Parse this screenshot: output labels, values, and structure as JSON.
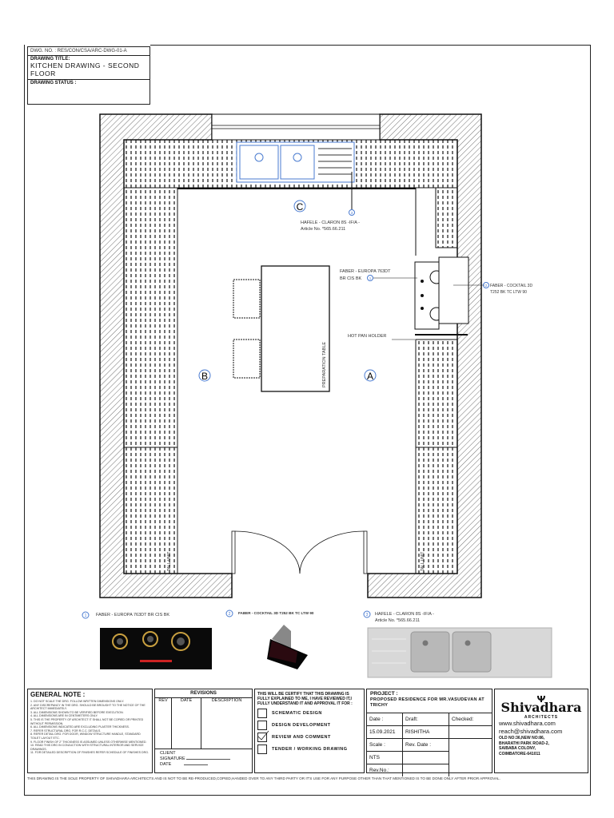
{
  "title_block": {
    "dwg_no": "DWG. NO. : RES/CON/CSA/ARC-DWG-01-A",
    "drawing_title_label": "DRAWING TITLE:",
    "drawing_title": "KITCHEN DRAWING - SECOND FLOOR",
    "drawing_status_label": "DRAWING STATUS :"
  },
  "plan": {
    "section_markers": [
      "C",
      "B",
      "A"
    ],
    "labels": {
      "sink": "HAFELE - CLARON 8S -IF/A -",
      "sink_article": "Article No. *565.66.211",
      "hob": "FABER - EUROPA 763DT",
      "hob_line2": "BR CIS BK",
      "hood": "FABER - COCKTAIL 3D",
      "hood_line2": "T252 BK TC LTW 90",
      "hot_pan_holder": "HOT PAN HOLDER",
      "preparation_table": "PREPARATION TABLE",
      "tall_unit_left": "TALL UNIT",
      "tall_unit_right": "TALL UNIT",
      "tags": [
        "1",
        "2",
        "3"
      ]
    }
  },
  "products": [
    {
      "tag": "1",
      "name": "FABER - EUROPA 763DT BR CIS BK"
    },
    {
      "tag": "2",
      "name": "FABER - COCKTAIL 3D T252 BK TC LTW 90"
    },
    {
      "tag": "3",
      "name": "HAFELE - CLARON 8S -IF/A -",
      "article": "Article No. *565.66.211"
    }
  ],
  "general_note": {
    "title": "GENERAL NOTE :",
    "items": [
      "1. DO NOT SCALE THE DRG. FOLLOW WRITTEN DIMENSIONS ONLY.",
      "2. ANY DISCREPANCY IN THE DRG. SHOULD BE BROUGHT TO THE NOTICE OF THE ARCHITECT IMMEDIATELY.",
      "3. ALL DIMENSIONS SHOWN TO BE VERIFIED BEFORE EXECUTION.",
      "4. ALL DIMENSIONS ARE IN CENTIMETERS ONLY.",
      "5. THIS IS THE PROPERTY OF ARCHITECT IT SHALL NOT BE COPIED OR PRINTED WITHOUT PERMISSION.",
      "6. ALL DIMENSIONS INDICATED ARE EXCLUDING PLASTER THICKNESS.",
      "7. REFER STRUCTURAL DRG. FOR R.C.C. DETAILS.",
      "8. REFER DETAIL DRG. FOR DOOR, WINDOW STRUCTURE HANDLE, STANDARD TOILET LAYOUT ETC.",
      "9. FLOOR FINISH OF 2\" THICKNESS IS ASSUMED UNLESS OTHERWISE MENTIONED.",
      "10. READ THIS DRG IN CONJUCTION WITH STRUCTURAL INTERIOR AND SERVICE DRAWINGS.",
      "11. FOR DETAILED DESCRIPTION OF FINISHES REFER SCHEDULE OF FINISHES DRG."
    ]
  },
  "revisions": {
    "title": "REVISIONS",
    "columns": [
      "REV",
      "DATE",
      "DESCRIPTION"
    ],
    "client_label": "CLIENT",
    "signature_label": "SIGNATURE",
    "date_label": "DATE"
  },
  "certification": {
    "text": "THIS WILL BE CERTIFY THAT THIS DRAWING IS FULLY EXPLAINED TO ME, I HAVE REVIEWED IT,I FULLY UNDERSTAND IT AND APPROVAL IT FOR :",
    "options": [
      {
        "label": "SCHEMATIC DESIGN",
        "checked": false
      },
      {
        "label": "DESIGN DEVELOPMENT",
        "checked": false
      },
      {
        "label": "REVIEW AND COMMENT",
        "checked": true
      },
      {
        "label": "TENDER / WORKING DRAWING",
        "checked": false
      }
    ]
  },
  "project": {
    "label": "PROJECT :",
    "name": "PROPOSED RESIDENCE FOR MR.VASUDEVAN AT TRICHY",
    "date_label": "Date :",
    "draft_label": "Draft:",
    "checked_label": "Checked:",
    "date": "15.09.2021",
    "draft": "RISHITHA",
    "checked": "",
    "scale_label": "Scale :",
    "rev_date_label": "Rev. Date :",
    "scale": "NTS",
    "rev_date": "",
    "rev_no_label": "Rev.No.:",
    "rev_no": ""
  },
  "firm": {
    "name": "Shivadhara",
    "tagline": "ARCHITECTS",
    "website": "www.shivadhara.com",
    "email": "reach@shivadhara.com",
    "address": [
      "OLD NO:36,NEW NO:86,",
      "BHARATHI PARK ROAD-2,",
      "SAIBABA COLONY,",
      "COIMBATORE-641011"
    ]
  },
  "footer": "THIS DRAWING IS THE SOLE PROPERTY OF SHIVADHARA ARCHITECTS AND IS NOT TO BE RE-PRODUCED,COPIED,HANDED OVER TO ANY THIRD PARTY  OR  IT'S USE FOR ANY PURPOSE OTHER THAN THAT MENTIONED IS TO BE DONE ONLY AFTER PRIOR APPROVAL.",
  "colors": {
    "annotation_blue": "#4a7bd0",
    "line": "#222222"
  }
}
